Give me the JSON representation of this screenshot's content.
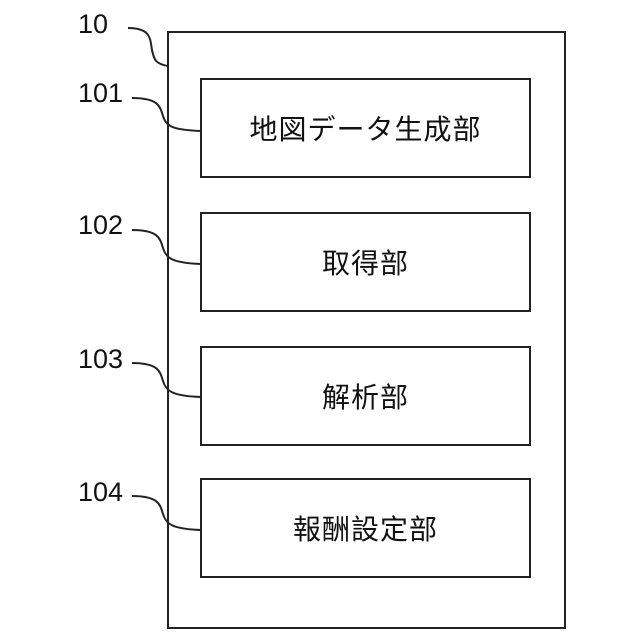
{
  "reference_labels": {
    "outer": "10",
    "unit_1": "101",
    "unit_2": "102",
    "unit_3": "103",
    "unit_4": "104"
  },
  "units": [
    {
      "ref": "101",
      "label": "地図データ生成部"
    },
    {
      "ref": "102",
      "label": "取得部"
    },
    {
      "ref": "103",
      "label": "解析部"
    },
    {
      "ref": "104",
      "label": "報酬設定部"
    }
  ],
  "colors": {
    "line": "#222222",
    "text": "#111111",
    "background": "#ffffff"
  }
}
